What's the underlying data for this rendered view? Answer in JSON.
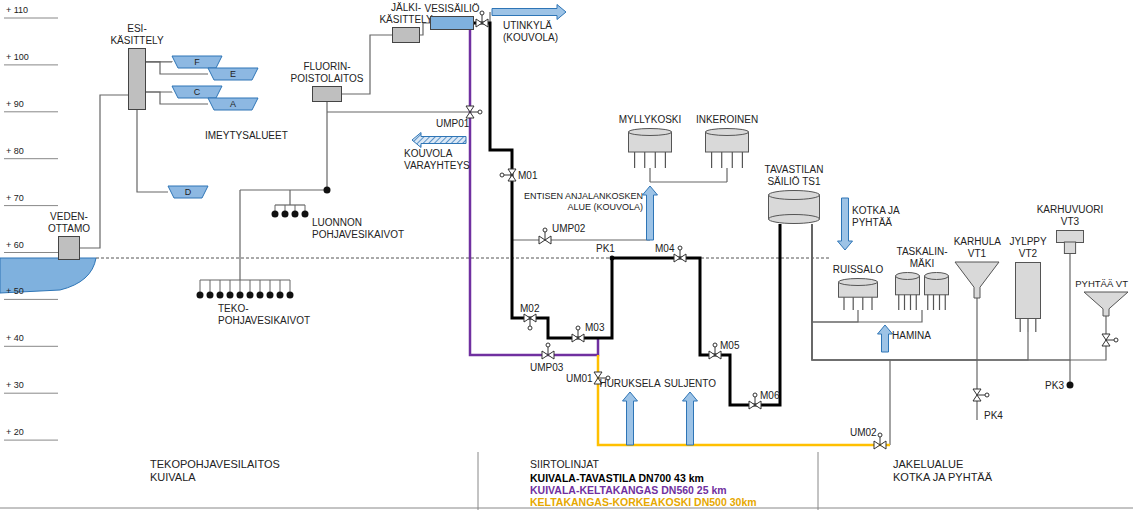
{
  "diagram": {
    "nodes": [
      {
        "text": [
          "ESI- KÄSITTELY"
        ]
      },
      {
        "text": [
          "F"
        ]
      },
      {
        "text": [
          "E"
        ]
      },
      {
        "text": [
          "C"
        ]
      },
      {
        "text": [
          "A"
        ]
      },
      {
        "text": [
          "D"
        ]
      },
      {
        "text": [
          "VEDEN- OTTAMO"
        ]
      },
      {
        "text": [
          "FLUORIN- POISTOLAITOS"
        ]
      },
      {
        "text": [
          "JÄLKI- KÄSITTELY"
        ]
      },
      {
        "text": [
          "VESISÄILIÖ"
        ]
      },
      {
        "text": [
          "MYLLYKOSKI"
        ]
      },
      {
        "text": [
          "INKEROINEN"
        ]
      },
      {
        "text": [
          "TAVASTILAN SÄILIÖ TS1"
        ]
      },
      {
        "text": [
          "RUISSALO"
        ]
      },
      {
        "text": [
          "TASKALIN- MÄKI"
        ]
      },
      {
        "text": [
          "KARHULA VT1"
        ]
      },
      {
        "text": [
          "JYLPPY VT2"
        ]
      },
      {
        "text": [
          "KARHUVUORI VT3"
        ]
      },
      {
        "text": [
          "PYHTÄÄ VT"
        ]
      }
    ],
    "edges": [
      {
        "from": 6,
        "to": 0,
        "arrow": "none"
      },
      {
        "from": 0,
        "to": 1,
        "arrow": "none"
      },
      {
        "from": 0,
        "to": 2,
        "arrow": "none"
      },
      {
        "from": 0,
        "to": 3,
        "arrow": "none"
      },
      {
        "from": 0,
        "to": 4,
        "arrow": "none"
      },
      {
        "from": 0,
        "to": 5,
        "arrow": "none"
      },
      {
        "from": 7,
        "to": 8,
        "arrow": "none"
      },
      {
        "from": 8,
        "to": 9,
        "arrow": "none"
      },
      {
        "from": 9,
        "to": 12,
        "arrow": "none"
      },
      {
        "from": 12,
        "to": 13,
        "arrow": "none"
      },
      {
        "from": 12,
        "to": 14,
        "arrow": "none"
      },
      {
        "from": 12,
        "to": 15,
        "arrow": "none"
      },
      {
        "from": 12,
        "to": 16,
        "arrow": "none"
      },
      {
        "from": 12,
        "to": 17,
        "arrow": "none"
      },
      {
        "from": 12,
        "to": 18,
        "arrow": "none"
      }
    ],
    "labels": [
      "+ 110",
      "+ 100",
      "+ 90",
      "+ 80",
      "+ 70",
      "+ 60",
      "+ 50",
      "+ 40",
      "+ 30",
      "+ 20",
      "IMEYTYSALUEET",
      "LUONNON POHJAVESIKAIVOT",
      "TEKO- POHJAVESIKAIVOT",
      "UTINKYLÄ (KOUVOLA)",
      "KOUVOLA VARAYHTEYS",
      "UMP01",
      "M01",
      "UMP02",
      "ENTISEN ANJALANKOSKEN ALUE (KOUVOLA)",
      "PK1",
      "M04",
      "M02",
      "M03",
      "UMP03",
      "UM01",
      "HURUKSELA",
      "SULJENTO",
      "M05",
      "M06",
      "HAMINA",
      "KOTKA JA PYHTÄÄ",
      "PK4",
      "PK3",
      "UM02",
      "TEKOPOHJAVESILAITOS KUIVALA",
      "SIIRTOLINJAT",
      "KUIVALA-TAVASTILA DN700 43 km",
      "KUIVALA-KELTAKANGAS DN560 25 km",
      "KELTAKANGAS-KORKEAKOSKI DN500 30km",
      "JAKELUALUE KOTKA JA PYHTÄÄ"
    ]
  }
}
